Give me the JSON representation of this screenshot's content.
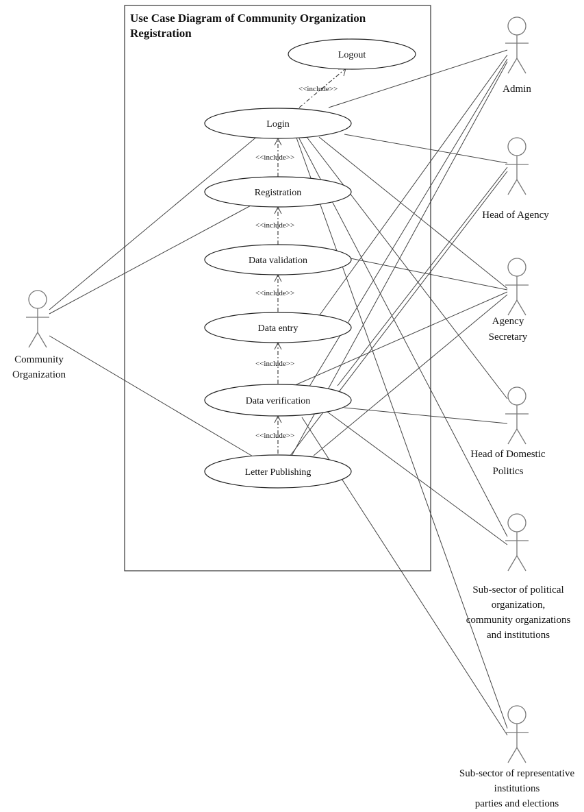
{
  "title": [
    "Use Case Diagram of Community Organization",
    "Registration"
  ],
  "use_cases": {
    "logout": "Logout",
    "login": "Login",
    "registration": "Registration",
    "data_validation": "Data validation",
    "data_entry": "Data entry",
    "data_verification": "Data verification",
    "letter_publishing": "Letter Publishing"
  },
  "include_label": "<<include>>",
  "actors": {
    "community_organization": [
      "Community",
      "Organization"
    ],
    "admin": [
      "Admin"
    ],
    "head_of_agency": [
      "Head of Agency"
    ],
    "agency_secretary": [
      "Agency",
      "Secretary"
    ],
    "head_of_domestic_politics": [
      "Head of Domestic",
      "Politics"
    ],
    "subsector_political": [
      "Sub-sector of political",
      "organization,",
      "community organizations",
      "and institutions"
    ],
    "subsector_representative": [
      "Sub-sector of representative",
      "institutions",
      "parties and elections"
    ]
  }
}
